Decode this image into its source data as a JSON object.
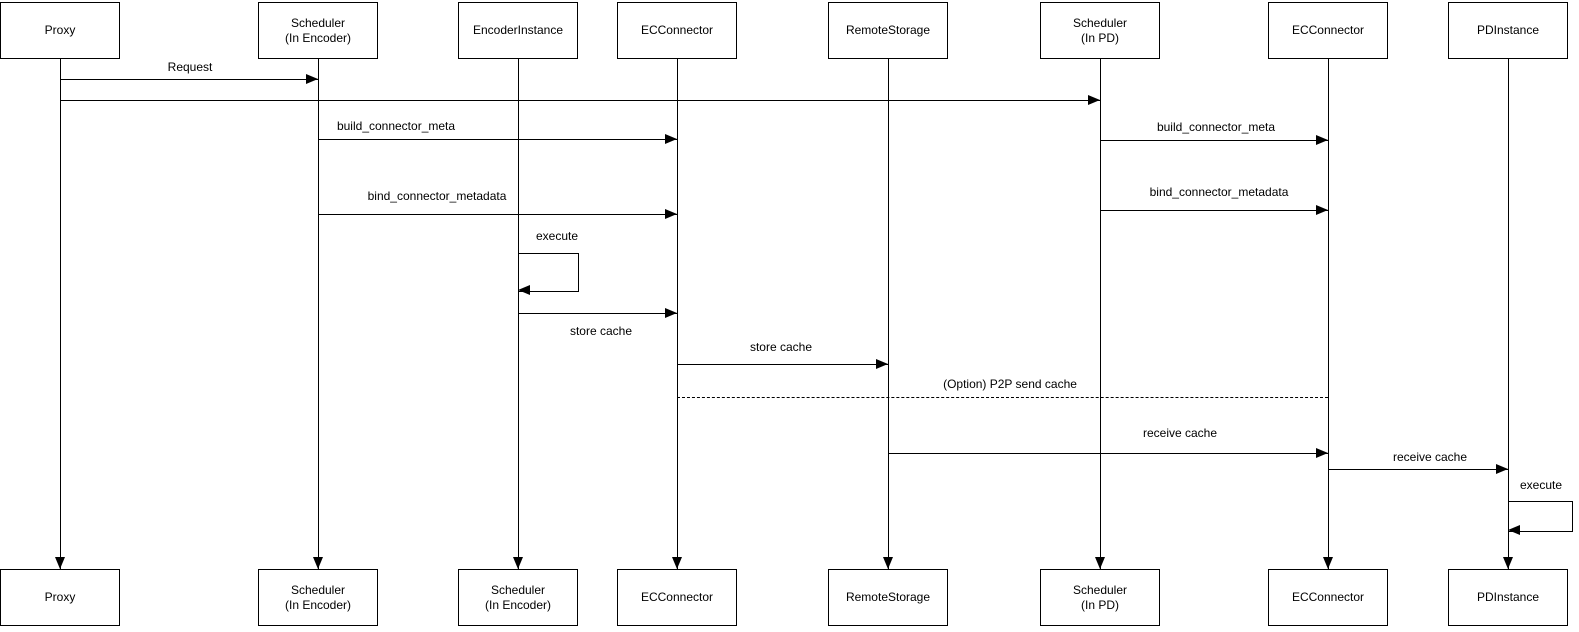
{
  "colors": {
    "line": "#000000",
    "text": "#000000",
    "background": "#ffffff",
    "box_fill": "#ffffff"
  },
  "participants": [
    {
      "name": "Proxy",
      "top_label": "Proxy",
      "bottom_label": "Proxy"
    },
    {
      "name": "Scheduler (In Encoder)",
      "top_label": "Scheduler\n(In Encoder)",
      "bottom_label": "Scheduler\n(In Encoder)"
    },
    {
      "name": "EncoderInstance",
      "top_label": "EncoderInstance",
      "bottom_label": "Scheduler\n(In Encoder)"
    },
    {
      "name": "ECConnector (Encoder side)",
      "top_label": "ECConnector",
      "bottom_label": "ECConnector"
    },
    {
      "name": "RemoteStorage",
      "top_label": "RemoteStorage",
      "bottom_label": "RemoteStorage"
    },
    {
      "name": "Scheduler (In PD)",
      "top_label": "Scheduler\n(In PD)",
      "bottom_label": "Scheduler\n(In PD)"
    },
    {
      "name": "ECConnector (PD side)",
      "top_label": "ECConnector",
      "bottom_label": "ECConnector"
    },
    {
      "name": "PDInstance",
      "top_label": "PDInstance",
      "bottom_label": "PDInstance"
    }
  ],
  "messages": [
    {
      "label": "Request",
      "from": "Proxy",
      "to": "Scheduler (In Encoder)",
      "style": "solid"
    },
    {
      "label": "",
      "from": "Proxy",
      "to": "Scheduler (In PD)",
      "style": "solid"
    },
    {
      "label": "build_connector_meta",
      "from": "Scheduler (In Encoder)",
      "to": "ECConnector (Encoder side)",
      "style": "solid"
    },
    {
      "label": "build_connector_meta",
      "from": "Scheduler (In PD)",
      "to": "ECConnector (PD side)",
      "style": "solid"
    },
    {
      "label": "bind_connector_metadata",
      "from": "Scheduler (In Encoder)",
      "to": "ECConnector (Encoder side)",
      "style": "solid"
    },
    {
      "label": "bind_connector_metadata",
      "from": "Scheduler (In PD)",
      "to": "ECConnector (PD side)",
      "style": "solid"
    },
    {
      "label": "execute",
      "from": "EncoderInstance",
      "to": "EncoderInstance",
      "style": "self"
    },
    {
      "label": "store cache",
      "from": "EncoderInstance",
      "to": "ECConnector (Encoder side)",
      "style": "solid"
    },
    {
      "label": "store cache",
      "from": "ECConnector (Encoder side)",
      "to": "RemoteStorage",
      "style": "solid"
    },
    {
      "label": "(Option) P2P send cache",
      "from": "ECConnector (Encoder side)",
      "to": "ECConnector (PD side)",
      "style": "dashed"
    },
    {
      "label": "receive cache",
      "from": "RemoteStorage",
      "to": "ECConnector (PD side)",
      "style": "solid"
    },
    {
      "label": "receive cache",
      "from": "ECConnector (PD side)",
      "to": "PDInstance",
      "style": "solid"
    },
    {
      "label": "execute",
      "from": "PDInstance",
      "to": "PDInstance",
      "style": "self"
    }
  ]
}
